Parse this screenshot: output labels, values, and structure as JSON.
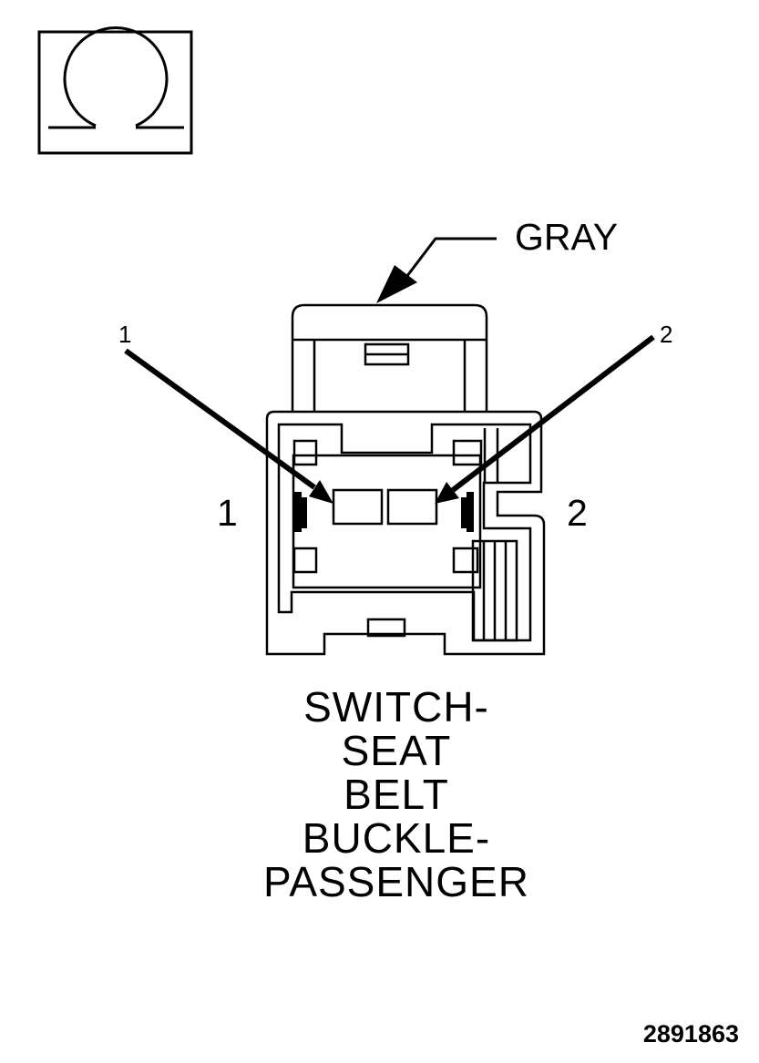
{
  "symbol": {
    "icon": "ohm-icon"
  },
  "connector": {
    "color_label": "GRAY",
    "left_pin_label": "1",
    "right_pin_label": "2",
    "left_callout": "1",
    "right_callout": "2"
  },
  "caption": {
    "lines": [
      "SWITCH-",
      "SEAT",
      "BELT",
      "BUCKLE-",
      "PASSENGER"
    ]
  },
  "figure_id": "2891863"
}
